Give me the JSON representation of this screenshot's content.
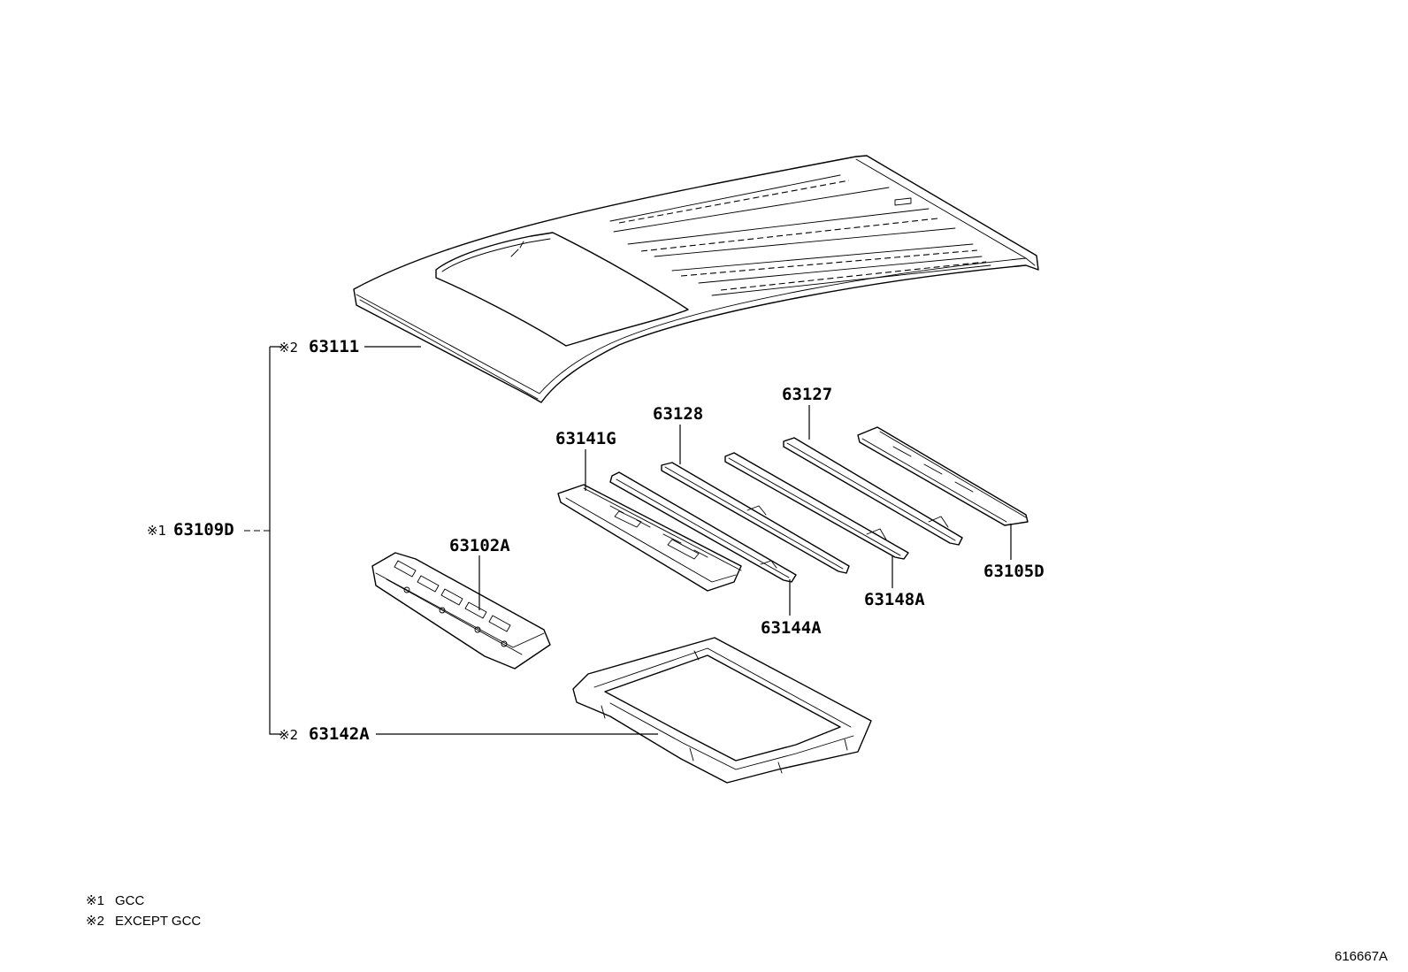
{
  "parts": [
    {
      "number": "63111",
      "note": "※2"
    },
    {
      "number": "63109D",
      "note": "※1"
    },
    {
      "number": "63142A",
      "note": "※2"
    },
    {
      "number": "63102A",
      "note": ""
    },
    {
      "number": "63141G",
      "note": ""
    },
    {
      "number": "63128",
      "note": ""
    },
    {
      "number": "63127",
      "note": ""
    },
    {
      "number": "63105D",
      "note": ""
    },
    {
      "number": "63144A",
      "note": ""
    },
    {
      "number": "63148A",
      "note": ""
    }
  ],
  "legend": [
    {
      "mark": "※1",
      "text": "GCC"
    },
    {
      "mark": "※2",
      "text": "EXCEPT GCC"
    }
  ],
  "diagram_id": "616667A"
}
